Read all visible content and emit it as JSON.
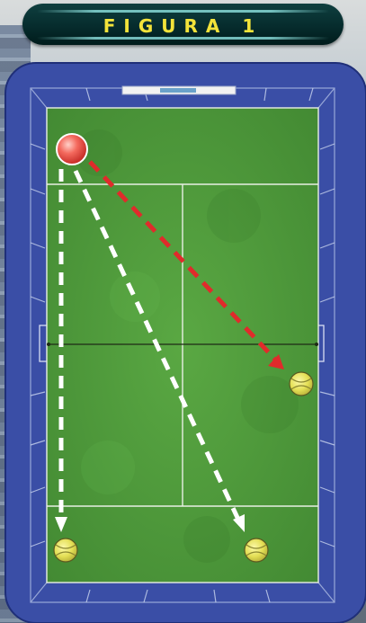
{
  "figure": {
    "title": "FIGURA 1"
  },
  "colors": {
    "court_green": "#4f9a3a",
    "surround_blue": "#3a4ea6",
    "red_arrow": "#e02b2b",
    "white_arrow": "#ffffff",
    "ball_yellow": "#e6e25a",
    "player_red": "#ee5353",
    "title_text": "#f3e33a"
  },
  "elements": {
    "player_marker": "red-circle",
    "balls": [
      "right-service-ball",
      "bottom-left-ball",
      "bottom-center-ball"
    ]
  }
}
